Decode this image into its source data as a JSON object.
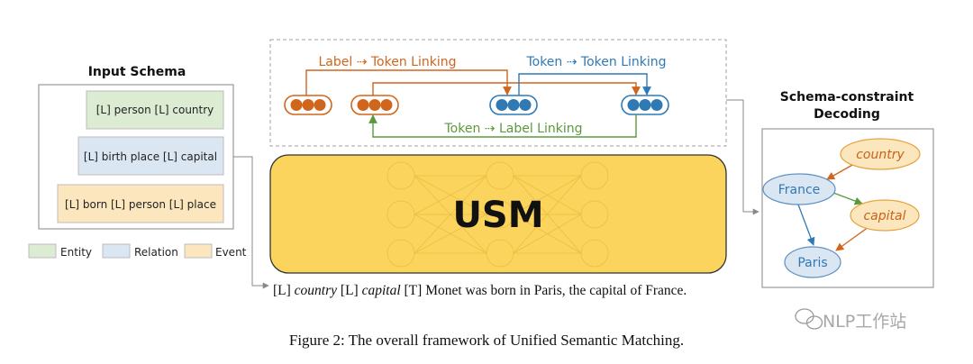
{
  "input_schema": {
    "title": "Input Schema",
    "items": [
      {
        "label": "[L] person [L] country",
        "type": "entity"
      },
      {
        "label": "[L] birth place [L] capital",
        "type": "relation"
      },
      {
        "label": "[L] born [L] person [L] place",
        "type": "event"
      }
    ]
  },
  "legend": [
    {
      "label": "Entity",
      "color": "#dcecd2"
    },
    {
      "label": "Relation",
      "color": "#dbe6f3"
    },
    {
      "label": "Event",
      "color": "#fbe6bd"
    }
  ],
  "linking": {
    "label_to_token": "Label ⇢ Token Linking",
    "token_to_token": "Token ⇢ Token Linking",
    "token_to_label": "Token ⇢ Label Linking"
  },
  "model": {
    "name": "USM",
    "color": "#fbd45d"
  },
  "input_text": {
    "l1": "[L]",
    "w1": "country",
    "l2": "[L]",
    "w2": "capital",
    "t": "[T]",
    "sentence": "Monet was born in Paris, the capital of  France."
  },
  "decoding": {
    "title_line1": "Schema-constraint",
    "title_line2": "Decoding",
    "nodes": {
      "country": "country",
      "france": "France",
      "capital": "capital",
      "paris": "Paris"
    }
  },
  "caption": "Figure 2: The overall framework of Unified Semantic Matching.",
  "watermark": "NLP工作站",
  "colors": {
    "orange": "#d0651c",
    "blue": "#2f79b5",
    "green": "#5a9a3c",
    "gray": "#999999"
  }
}
